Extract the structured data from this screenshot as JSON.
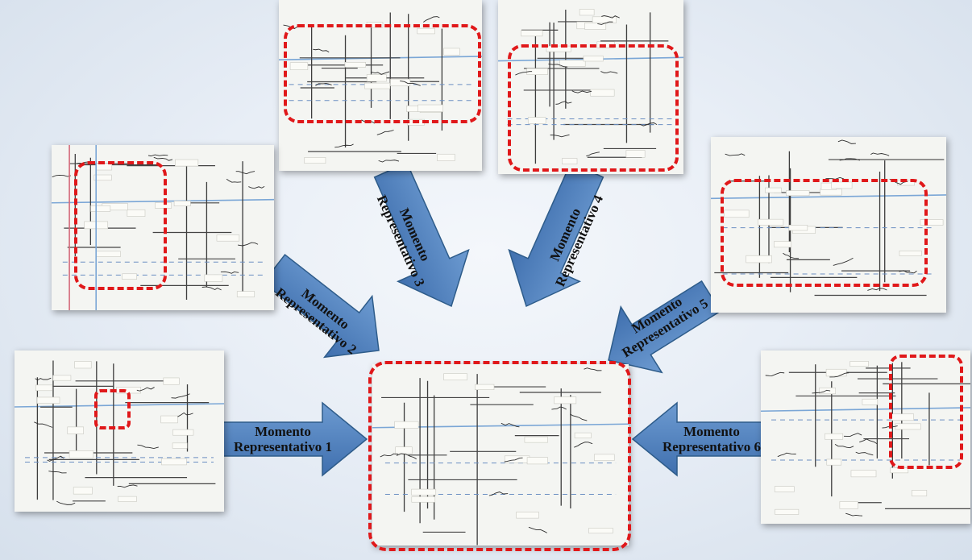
{
  "moments": [
    {
      "id": 1,
      "line1": "Momento",
      "line2": "Representativo 1"
    },
    {
      "id": 2,
      "line1": "Momento",
      "line2": "Representativo 2"
    },
    {
      "id": 3,
      "line1": "Momento",
      "line2": "Representativo 3"
    },
    {
      "id": 4,
      "line1": "Momento",
      "line2": "Representativo 4"
    },
    {
      "id": 5,
      "line1": "Momento",
      "line2": "Representativo 5"
    },
    {
      "id": 6,
      "line1": "Momento",
      "line2": "Representativo 6"
    }
  ],
  "colors": {
    "arrow_fill": "#4f81bd",
    "arrow_stroke": "#2e5c8a",
    "highlight": "#e0181a",
    "ink": "#3a3a3a"
  }
}
